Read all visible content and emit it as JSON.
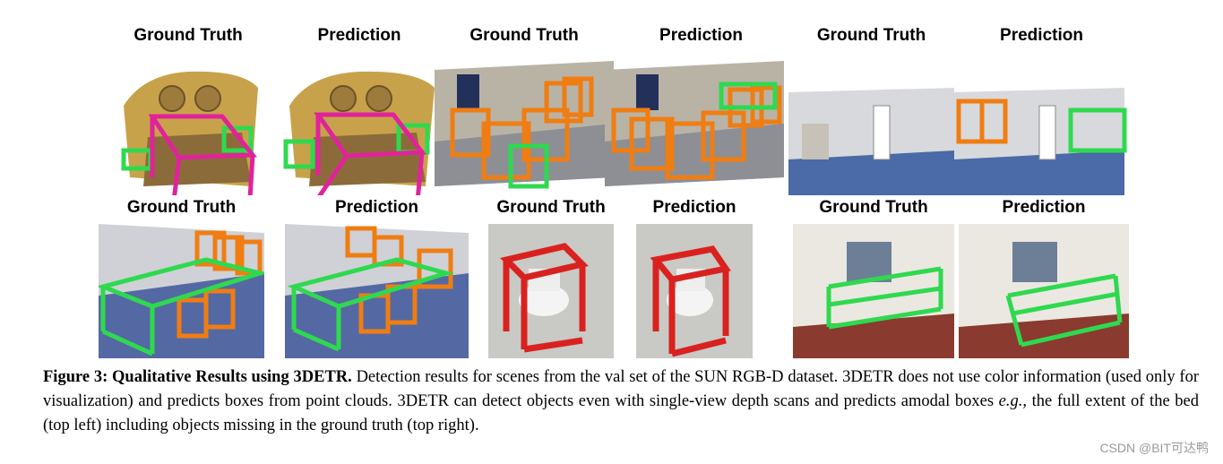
{
  "figure": {
    "rows": [
      {
        "panels": [
          {
            "title": "Ground Truth",
            "scene": "bedroom"
          },
          {
            "title": "Prediction",
            "scene": "bedroom"
          },
          {
            "title": "Ground Truth",
            "scene": "classroom-chairs"
          },
          {
            "title": "Prediction",
            "scene": "classroom-chairs"
          },
          {
            "title": "Ground Truth",
            "scene": "office-corner"
          },
          {
            "title": "Prediction",
            "scene": "office-corner"
          }
        ]
      },
      {
        "panels": [
          {
            "title": "Ground Truth",
            "scene": "study-hall"
          },
          {
            "title": "Prediction",
            "scene": "study-hall"
          },
          {
            "title": "Ground Truth",
            "scene": "toilet"
          },
          {
            "title": "Prediction",
            "scene": "toilet"
          },
          {
            "title": "Ground Truth",
            "scene": "hallway-table"
          },
          {
            "title": "Prediction",
            "scene": "hallway-table"
          }
        ]
      }
    ],
    "box_colors": {
      "bed": "#e0239b",
      "chair": "#f07d12",
      "table": "#2fd94f",
      "toilet": "#d9221f"
    }
  },
  "caption": {
    "lead": "Figure 3: Qualitative Results using 3DETR.",
    "body_1": " Detection results for scenes from the val set of the SUN RGB-D dataset. 3DETR does not use color information (used only for visualization) and predicts boxes from point clouds. 3DETR can detect objects even with single-view depth scans and predicts amodal boxes ",
    "eg": "e.g.",
    "body_2": ", the full extent of the bed (top left) including objects missing in the ground truth (top right)."
  },
  "watermark": "CSDN @BIT可达鸭"
}
